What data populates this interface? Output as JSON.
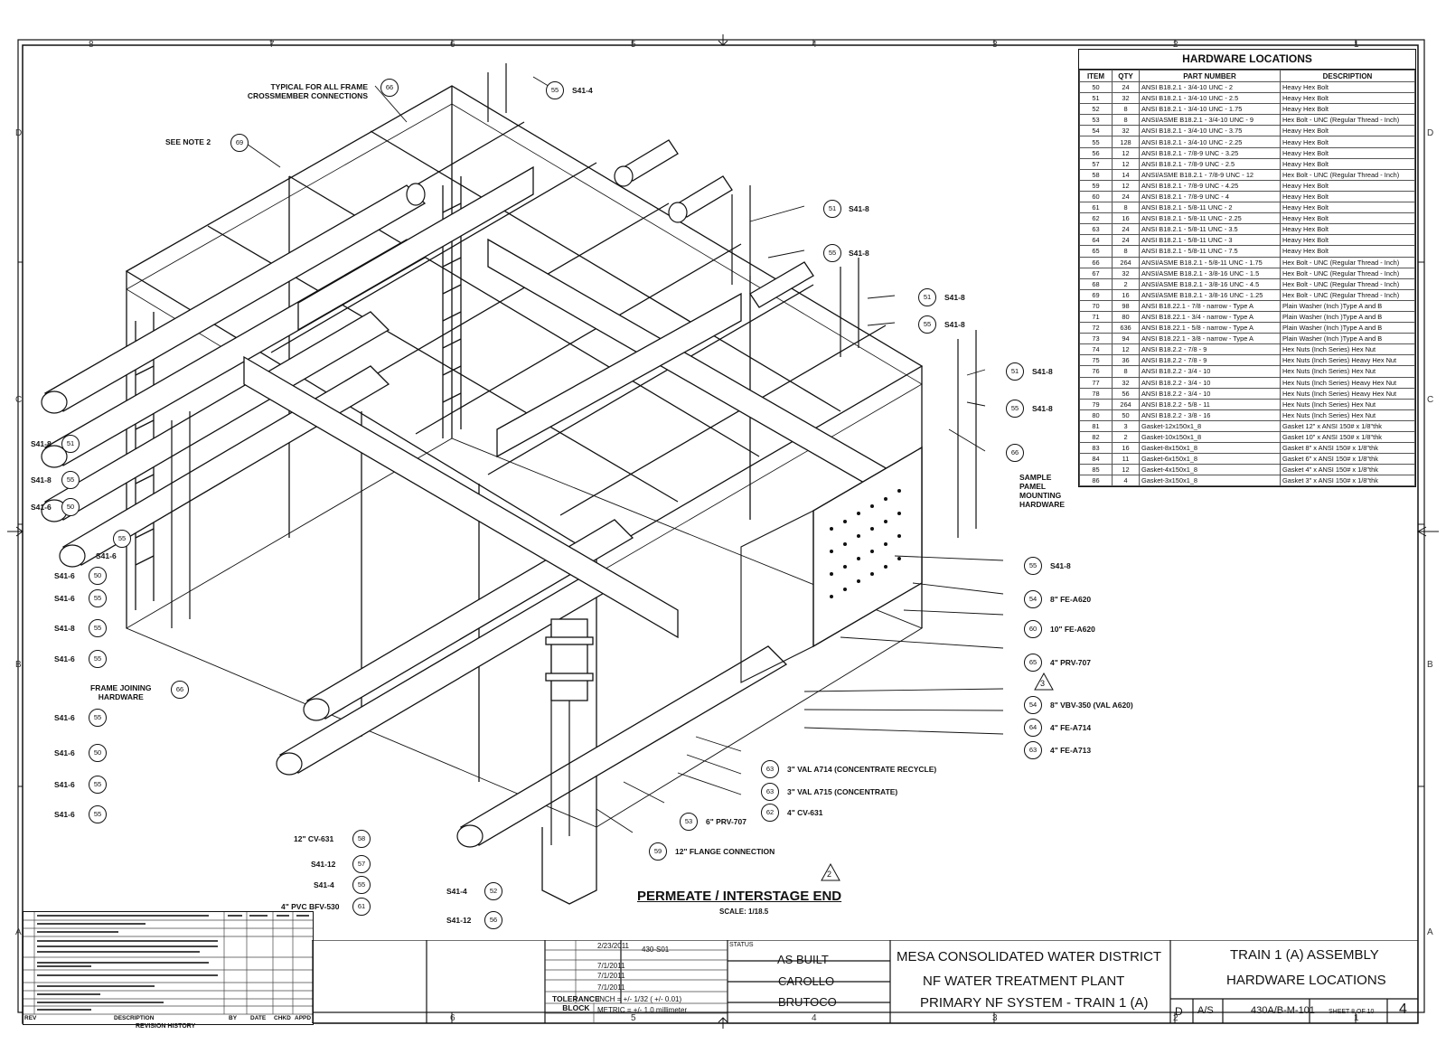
{
  "grid": {
    "cols": [
      "8",
      "7",
      "6",
      "5",
      "4",
      "3",
      "2",
      "1"
    ],
    "rows": [
      "D",
      "C",
      "B",
      "A"
    ]
  },
  "hardware_table": {
    "title": "HARDWARE LOCATIONS",
    "headers": [
      "ITEM",
      "QTY",
      "PART NUMBER",
      "DESCRIPTION"
    ],
    "rows": [
      [
        "50",
        "24",
        "ANSI B18.2.1 - 3/4-10 UNC - 2",
        "Heavy Hex Bolt"
      ],
      [
        "51",
        "32",
        "ANSI B18.2.1 - 3/4-10 UNC - 2.5",
        "Heavy Hex Bolt"
      ],
      [
        "52",
        "8",
        "ANSI B18.2.1 - 3/4-10 UNC - 1.75",
        "Heavy Hex Bolt"
      ],
      [
        "53",
        "8",
        "ANSI/ASME B18.2.1 - 3/4-10 UNC - 9",
        "Hex Bolt - UNC (Regular Thread - Inch)"
      ],
      [
        "54",
        "32",
        "ANSI B18.2.1 - 3/4-10 UNC - 3.75",
        "Heavy Hex Bolt"
      ],
      [
        "55",
        "128",
        "ANSI B18.2.1 - 3/4-10 UNC - 2.25",
        "Heavy Hex Bolt"
      ],
      [
        "56",
        "12",
        "ANSI B18.2.1 - 7/8-9 UNC - 3.25",
        "Heavy Hex Bolt"
      ],
      [
        "57",
        "12",
        "ANSI B18.2.1 - 7/8-9 UNC - 2.5",
        "Heavy Hex Bolt"
      ],
      [
        "58",
        "14",
        "ANSI/ASME B18.2.1 - 7/8-9 UNC - 12",
        "Hex Bolt - UNC (Regular Thread - Inch)"
      ],
      [
        "59",
        "12",
        "ANSI B18.2.1 - 7/8-9 UNC - 4.25",
        "Heavy Hex Bolt"
      ],
      [
        "60",
        "24",
        "ANSI B18.2.1 - 7/8-9 UNC - 4",
        "Heavy Hex Bolt"
      ],
      [
        "61",
        "8",
        "ANSI B18.2.1 - 5/8-11 UNC - 2",
        "Heavy Hex Bolt"
      ],
      [
        "62",
        "16",
        "ANSI B18.2.1 - 5/8-11 UNC - 2.25",
        "Heavy Hex Bolt"
      ],
      [
        "63",
        "24",
        "ANSI B18.2.1 - 5/8-11 UNC - 3.5",
        "Heavy Hex Bolt"
      ],
      [
        "64",
        "24",
        "ANSI B18.2.1 - 5/8-11 UNC - 3",
        "Heavy Hex Bolt"
      ],
      [
        "65",
        "8",
        "ANSI B18.2.1 - 5/8-11 UNC - 7.5",
        "Heavy Hex Bolt"
      ],
      [
        "66",
        "264",
        "ANSI/ASME B18.2.1 - 5/8-11 UNC - 1.75",
        "Hex Bolt - UNC (Regular Thread - Inch)"
      ],
      [
        "67",
        "32",
        "ANSI/ASME B18.2.1 - 3/8-16 UNC - 1.5",
        "Hex Bolt - UNC (Regular Thread - Inch)"
      ],
      [
        "68",
        "2",
        "ANSI/ASME B18.2.1 - 3/8-16 UNC - 4.5",
        "Hex Bolt - UNC (Regular Thread - Inch)"
      ],
      [
        "69",
        "16",
        "ANSI/ASME B18.2.1 - 3/8-16 UNC - 1.25",
        "Hex Bolt - UNC (Regular Thread - Inch)"
      ],
      [
        "70",
        "98",
        "ANSI B18.22.1 - 7/8 - narrow - Type A",
        "Plain Washer (Inch )Type A and B"
      ],
      [
        "71",
        "80",
        "ANSI B18.22.1 - 3/4 - narrow - Type A",
        "Plain Washer (Inch )Type A and B"
      ],
      [
        "72",
        "636",
        "ANSI B18.22.1 - 5/8 - narrow - Type A",
        "Plain Washer (Inch )Type A and B"
      ],
      [
        "73",
        "94",
        "ANSI B18.22.1 - 3/8 - narrow - Type A",
        "Plain Washer (Inch )Type A and B"
      ],
      [
        "74",
        "12",
        "ANSI B18.2.2 - 7/8 - 9",
        "Hex Nuts (Inch Series) Hex Nut"
      ],
      [
        "75",
        "36",
        "ANSI B18.2.2 - 7/8 - 9",
        "Hex Nuts (Inch Series) Heavy Hex Nut"
      ],
      [
        "76",
        "8",
        "ANSI B18.2.2 - 3/4 - 10",
        "Hex Nuts (Inch Series) Hex Nut"
      ],
      [
        "77",
        "32",
        "ANSI B18.2.2 - 3/4 - 10",
        "Hex Nuts (Inch Series) Heavy Hex Nut"
      ],
      [
        "78",
        "56",
        "ANSI B18.2.2 - 3/4 - 10",
        "Hex Nuts (Inch Series) Heavy Hex Nut"
      ],
      [
        "79",
        "264",
        "ANSI B18.2.2 - 5/8 - 11",
        "Hex Nuts (Inch Series) Hex Nut"
      ],
      [
        "80",
        "50",
        "ANSI B18.2.2 - 3/8 - 16",
        "Hex Nuts (Inch Series) Hex Nut"
      ],
      [
        "81",
        "3",
        "Gasket-12x150x1_8",
        "Gasket 12\" x ANSI 150# x 1/8\"thk"
      ],
      [
        "82",
        "2",
        "Gasket-10x150x1_8",
        "Gasket 10\" x ANSI 150# x 1/8\"thk"
      ],
      [
        "83",
        "16",
        "Gasket-8x150x1_8",
        "Gasket 8\" x ANSI 150# x 1/8\"thk"
      ],
      [
        "84",
        "11",
        "Gasket-6x150x1_8",
        "Gasket 6\" x ANSI 150# x 1/8\"thk"
      ],
      [
        "85",
        "12",
        "Gasket-4x150x1_8",
        "Gasket 4\" x ANSI 150# x 1/8\"thk"
      ],
      [
        "86",
        "4",
        "Gasket-3x150x1_8",
        "Gasket 3\" x ANSI 150# x 1/8\"thk"
      ]
    ]
  },
  "callouts": {
    "typical_frame_l1": "TYPICAL FOR ALL FRAME",
    "typical_frame_l2": "CROSSMEMBER CONNECTIONS",
    "typical_frame_num": "66",
    "see_note": "SEE NOTE 2",
    "see_note_num": "69",
    "top_valve_num": "55",
    "top_valve": "S41-4",
    "frame_joining_l1": "FRAME JOINING",
    "frame_joining_l2": "HARDWARE",
    "frame_joining_num": "66",
    "sample_panel_l1": "SAMPLE",
    "sample_panel_l2": "PAMEL",
    "sample_panel_l3": "MOUNTING",
    "sample_panel_l4": "HARDWARE",
    "sample_panel_num": "66",
    "right_top": [
      {
        "num": "51",
        "label": "S41-8"
      },
      {
        "num": "55",
        "label": "S41-8"
      },
      {
        "num": "51",
        "label": "S41-8"
      },
      {
        "num": "55",
        "label": "S41-8"
      },
      {
        "num": "51",
        "label": "S41-8"
      },
      {
        "num": "55",
        "label": "S41-8"
      }
    ],
    "right_lower": [
      {
        "num": "55",
        "label": "S41-8"
      },
      {
        "num": "54",
        "label": "8\" FE-A620"
      },
      {
        "num": "60",
        "label": "10\" FE-A620"
      },
      {
        "num": "65",
        "label": "4\" PRV-707"
      },
      {
        "num": "54",
        "label": "8\" VBV-350 (VAL A620)"
      },
      {
        "num": "64",
        "label": "4\" FE-A714"
      },
      {
        "num": "63",
        "label": "4\" FE-A713"
      }
    ],
    "bottom_center": [
      {
        "num": "63",
        "label": "3\" VAL A714 (CONCENTRATE RECYCLE)"
      },
      {
        "num": "63",
        "label": "3\" VAL A715 (CONCENTRATE)"
      },
      {
        "num": "62",
        "label": "4\" CV-631"
      },
      {
        "num": "53",
        "label": "6\" PRV-707"
      },
      {
        "num": "59",
        "label": "12\" FLANGE CONNECTION"
      }
    ],
    "left_side": [
      {
        "label": "S41-8",
        "num": "51"
      },
      {
        "label": "S41-8",
        "num": "55"
      },
      {
        "label": "S41-6",
        "num": "50"
      },
      {
        "label": "S41-6",
        "num": "55"
      },
      {
        "label": "S41-6",
        "num": "50"
      },
      {
        "label": "S41-6",
        "num": "55"
      },
      {
        "label": "S41-8",
        "num": "55"
      },
      {
        "label": "S41-6",
        "num": "55"
      }
    ],
    "left_lower": [
      {
        "label": "S41-6",
        "num": "55"
      },
      {
        "label": "S41-6",
        "num": "50"
      },
      {
        "label": "S41-6",
        "num": "55"
      },
      {
        "label": "S41-6",
        "num": "55"
      }
    ],
    "bottom_left": [
      {
        "label": "12\" CV-631",
        "num": "58"
      },
      {
        "label": "S41-12",
        "num": "57"
      },
      {
        "label": "S41-4",
        "num": "55"
      },
      {
        "label": "4\" PVC BFV-530",
        "num": "61"
      }
    ],
    "bottom_mid": [
      {
        "label": "S41-4",
        "num": "52"
      },
      {
        "label": "S41-12",
        "num": "56"
      }
    ],
    "rev_triangle_2": "2",
    "rev_triangle_3": "3"
  },
  "view": {
    "title": "PERMEATE / INTERSTAGE END",
    "scale": "SCALE: 1/18.5"
  },
  "title_block": {
    "dates": [
      "2/23/2011",
      "7/1/2011",
      "7/1/2011",
      "7/1/2011"
    ],
    "drawing_ref": "430-S01",
    "status_label": "STATUS",
    "status": "AS BUILT",
    "engineer": "CAROLLO",
    "contractor": "BRUTOCO",
    "client_l1": "MESA CONSOLIDATED WATER DISTRICT",
    "client_l2": "NF WATER TREATMENT PLANT",
    "client_l3": "PRIMARY NF SYSTEM - TRAIN 1 (A)",
    "title_l1": "TRAIN 1 (A) ASSEMBLY",
    "title_l2": "HARDWARE LOCATIONS",
    "size": "D",
    "scale": "A/S",
    "dwg_no": "430A/B-M-101",
    "sheet": "SHEET 8 OF 10",
    "rev": "4",
    "tolerance_l1": "TOLERANCE",
    "tolerance_l2": "BLOCK",
    "tol_inch": "INCH = +/- 1/32 ( +/- 0.01)",
    "tol_metric": "METRIC = +/- 1.0 millimeter"
  },
  "revision_history": {
    "title": "REVISION HISTORY",
    "headers": [
      "REV",
      "DESCRIPTION",
      "BY",
      "DATE",
      "CHKD",
      "APPD"
    ]
  }
}
